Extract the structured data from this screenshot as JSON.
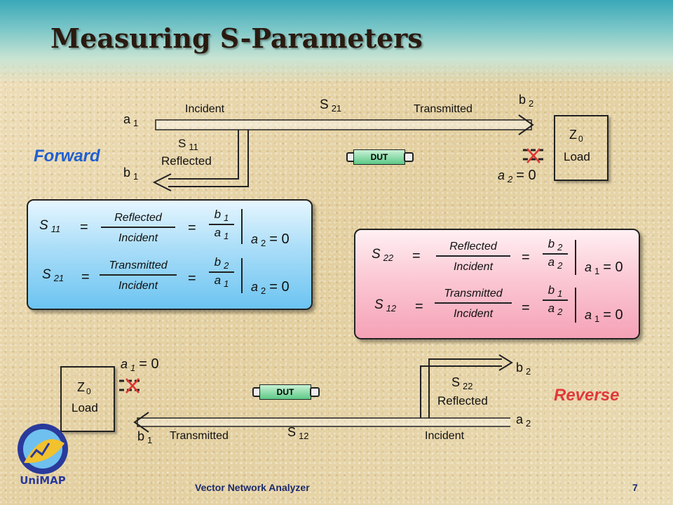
{
  "title": "Measuring S-Parameters",
  "forward": {
    "label": "Forward",
    "a1": "a",
    "a1_sub": "1",
    "b1": "b",
    "b1_sub": "1",
    "b2": "b",
    "b2_sub": "2",
    "a2": "a",
    "a2_sub": "2",
    "a2_cond": "= 0",
    "incident": "Incident",
    "transmitted": "Transmitted",
    "reflected": "Reflected",
    "s21": "S",
    "s21_sub": "21",
    "s11": "S",
    "s11_sub": "11",
    "dut": "DUT",
    "z0": "Z",
    "z0_sub": "0",
    "load": "Load"
  },
  "reverse": {
    "label": "Reverse",
    "a1": "a",
    "a1_sub": "1",
    "a1_cond": "= 0",
    "b1": "b",
    "b1_sub": "1",
    "b2": "b",
    "b2_sub": "2",
    "a2": "a",
    "a2_sub": "2",
    "incident": "Incident",
    "transmitted": "Transmitted",
    "reflected": "Reflected",
    "s22": "S",
    "s22_sub": "22",
    "s12": "S",
    "s12_sub": "12",
    "dut": "DUT",
    "z0": "Z",
    "z0_sub": "0",
    "load": "Load"
  },
  "blue_box": {
    "rows": [
      {
        "s": "S",
        "s_sub": "11",
        "eq1": "=",
        "num": "Reflected",
        "den": "Incident",
        "eq2": "=",
        "bnum": "b",
        "bnum_sub": "1",
        "bden": "a",
        "bden_sub": "1",
        "cond": "a",
        "cond_sub": "2",
        "cond_val": "= 0"
      },
      {
        "s": "S",
        "s_sub": "21",
        "eq1": "=",
        "num": "Transmitted",
        "den": "Incident",
        "eq2": "=",
        "bnum": "b",
        "bnum_sub": "2",
        "bden": "a",
        "bden_sub": "1",
        "cond": "a",
        "cond_sub": "2",
        "cond_val": "= 0"
      }
    ]
  },
  "pink_box": {
    "rows": [
      {
        "s": "S",
        "s_sub": "22",
        "eq1": "=",
        "num": "Reflected",
        "den": "Incident",
        "eq2": "=",
        "bnum": "b",
        "bnum_sub": "2",
        "bden": "a",
        "bden_sub": "2",
        "cond": "a",
        "cond_sub": "1",
        "cond_val": "= 0"
      },
      {
        "s": "S",
        "s_sub": "12",
        "eq1": "=",
        "num": "Transmitted",
        "den": "Incident",
        "eq2": "=",
        "bnum": "b",
        "bnum_sub": "1",
        "bden": "a",
        "bden_sub": "2",
        "cond": "a",
        "cond_sub": "1",
        "cond_val": "= 0"
      }
    ]
  },
  "footer": {
    "center": "Vector Network Analyzer",
    "page": "7"
  },
  "logo": {
    "text": "UniMAP",
    "icon": "university-logo-icon"
  },
  "colors": {
    "forward": "#1f5fd0",
    "reverse": "#e03a3a",
    "blue_box": "#6cc4f1",
    "pink_box": "#f5a2b6",
    "dut": "#5cc887"
  }
}
